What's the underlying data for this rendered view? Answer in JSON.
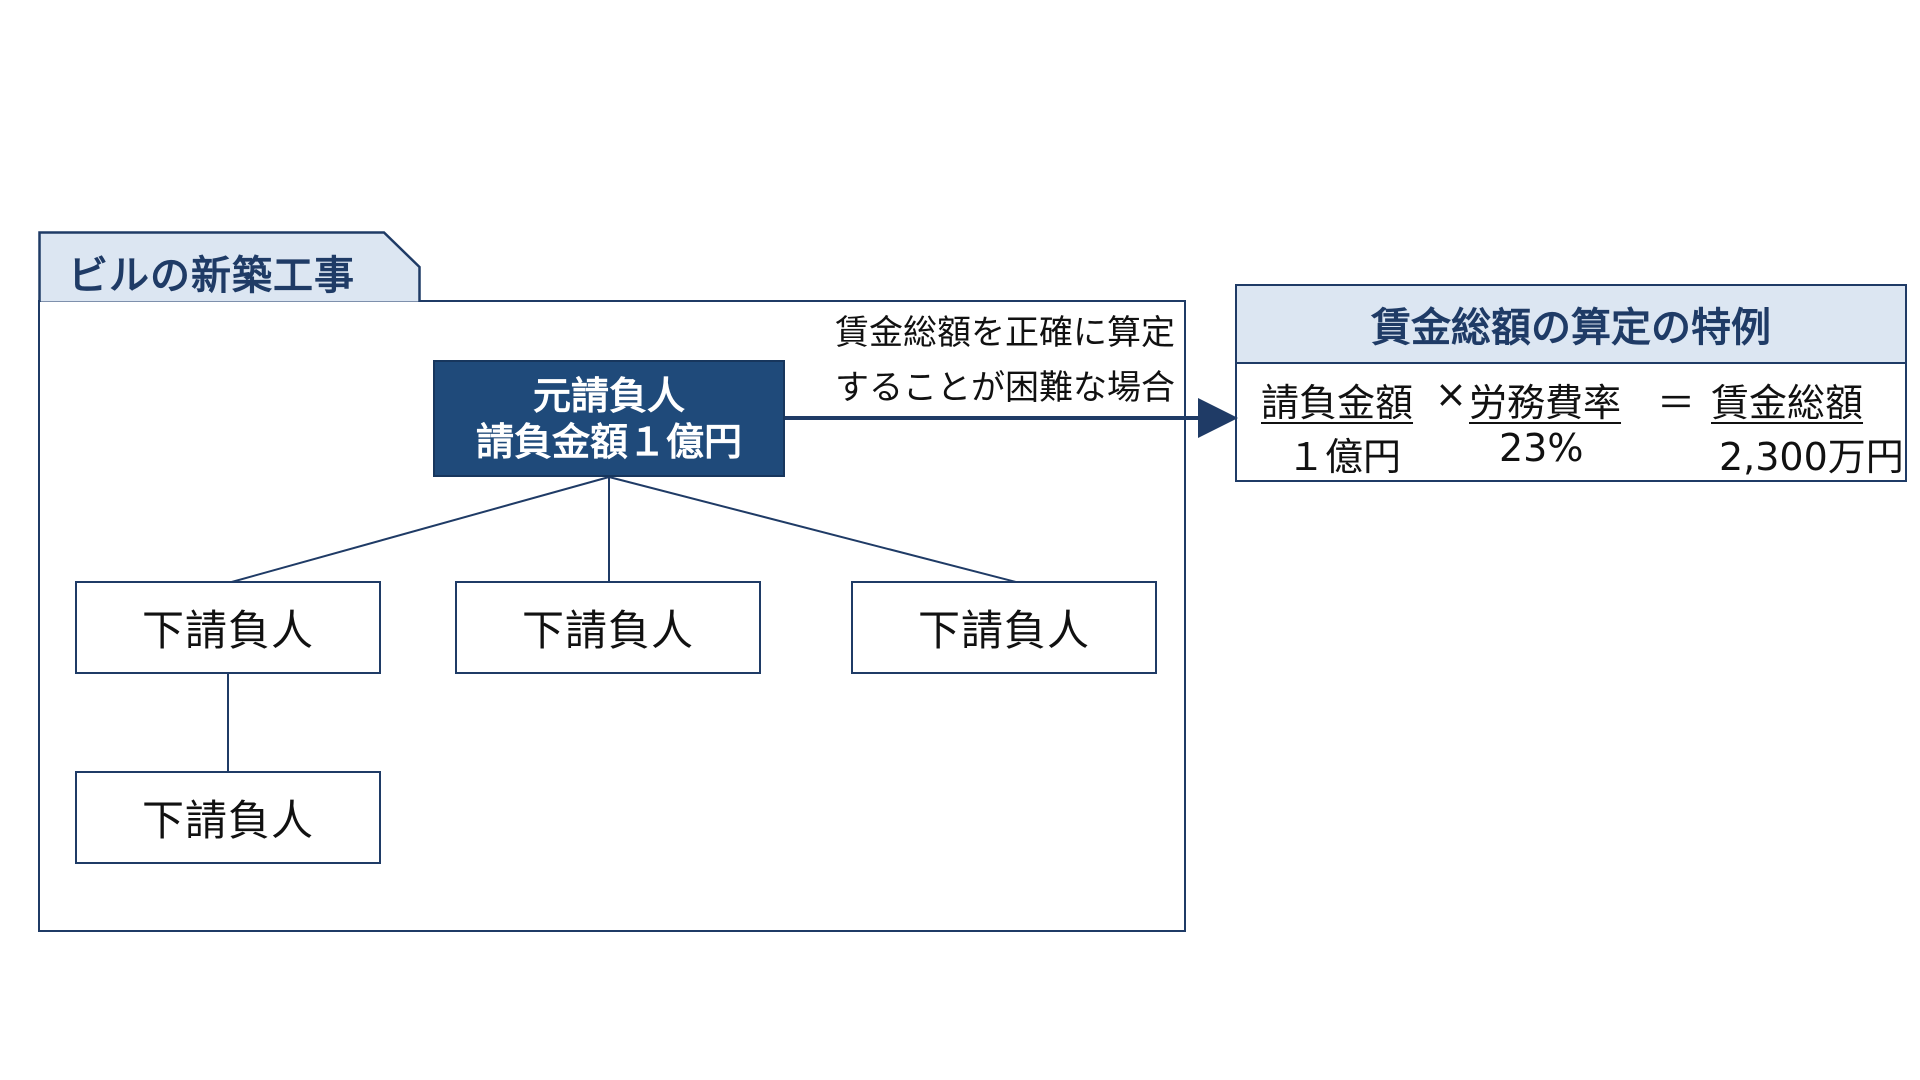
{
  "project": {
    "title": "ビルの新築工事"
  },
  "prime_contractor": {
    "line1": "元請負人",
    "line2": "請負金額１億円"
  },
  "subcontractors": [
    "下請負人",
    "下請負人",
    "下請負人",
    "下請負人"
  ],
  "note": {
    "line1": "賃金総額を正確に算定",
    "line2": "することが困難な場合"
  },
  "rule": {
    "title": "賃金総額の算定の特例",
    "formula": {
      "term1": "請負金額",
      "times": "×",
      "term2": "労務費率",
      "equals": "＝",
      "result": "賃金総額"
    },
    "values": {
      "term1": "１億円",
      "term2": "23%",
      "result": "2,300万円"
    }
  },
  "colors": {
    "navy": "#1f3b66",
    "prime_fill": "#1f4a7a",
    "header_fill": "#dce6f2"
  }
}
